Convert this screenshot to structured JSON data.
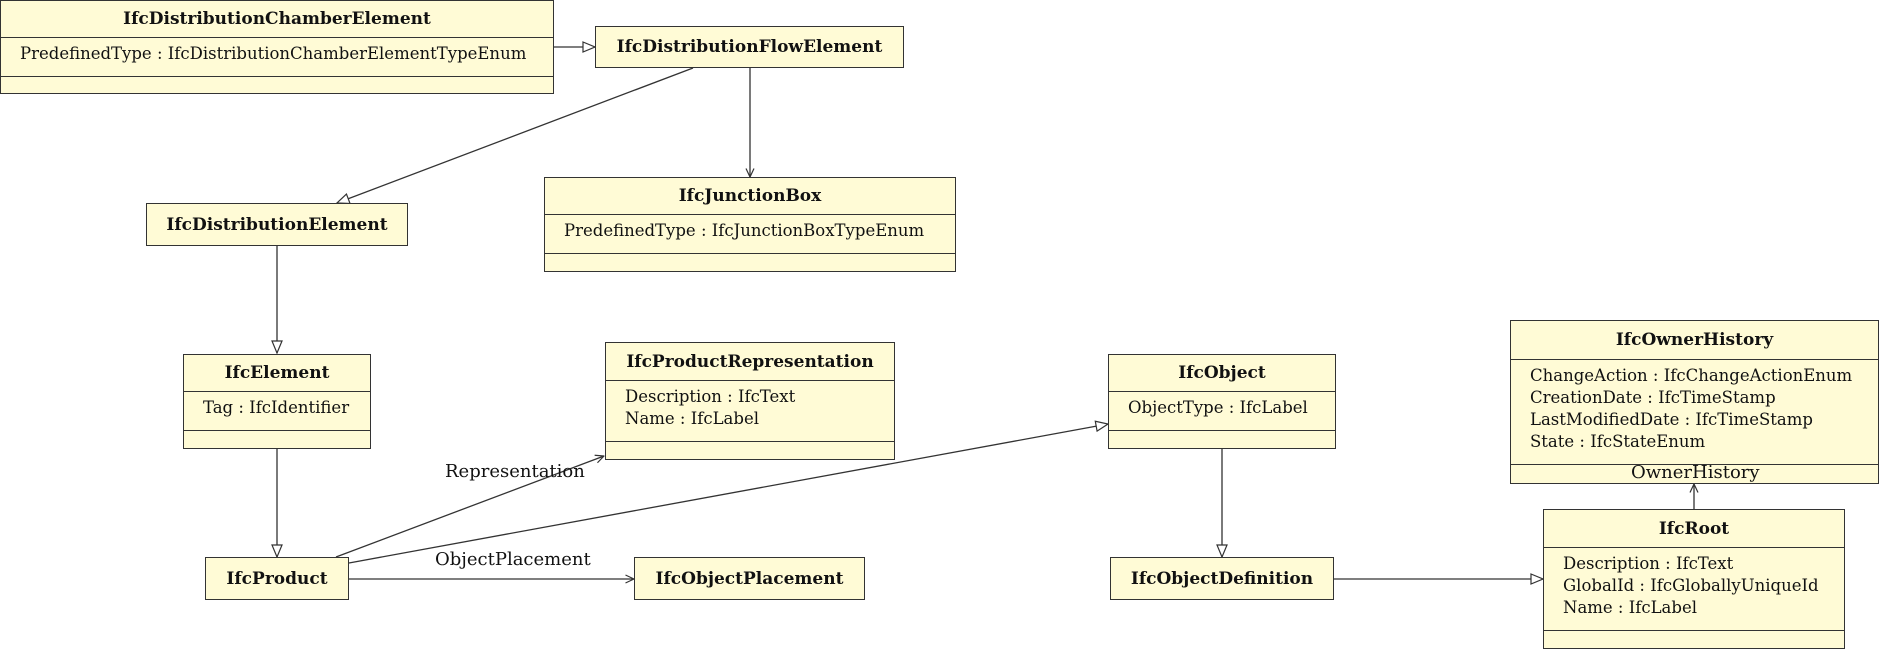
{
  "classes": {
    "chamber": {
      "name": "IfcDistributionChamberElement",
      "attributes": [
        "PredefinedType : IfcDistributionChamberElementTypeEnum"
      ]
    },
    "flow": {
      "name": "IfcDistributionFlowElement",
      "attributes": []
    },
    "distribution": {
      "name": "IfcDistributionElement",
      "attributes": []
    },
    "junctionbox": {
      "name": "IfcJunctionBox",
      "attributes": [
        "PredefinedType : IfcJunctionBoxTypeEnum"
      ]
    },
    "element": {
      "name": "IfcElement",
      "attributes": [
        "Tag : IfcIdentifier"
      ]
    },
    "productrep": {
      "name": "IfcProductRepresentation",
      "attributes": [
        "Description : IfcText",
        "Name : IfcLabel"
      ]
    },
    "object": {
      "name": "IfcObject",
      "attributes": [
        "ObjectType : IfcLabel"
      ]
    },
    "ownerhistory": {
      "name": "IfcOwnerHistory",
      "attributes": [
        "ChangeAction : IfcChangeActionEnum",
        "CreationDate : IfcTimeStamp",
        "LastModifiedDate : IfcTimeStamp",
        "State : IfcStateEnum"
      ]
    },
    "product": {
      "name": "IfcProduct",
      "attributes": []
    },
    "objectplacement": {
      "name": "IfcObjectPlacement",
      "attributes": []
    },
    "objectdef": {
      "name": "IfcObjectDefinition",
      "attributes": []
    },
    "root": {
      "name": "IfcRoot",
      "attributes": [
        "Description : IfcText",
        "GlobalId : IfcGloballyUniqueId",
        "Name : IfcLabel"
      ]
    }
  },
  "edge_labels": {
    "representation": "Representation",
    "object_placement": "ObjectPlacement",
    "owner_history": "OwnerHistory"
  }
}
